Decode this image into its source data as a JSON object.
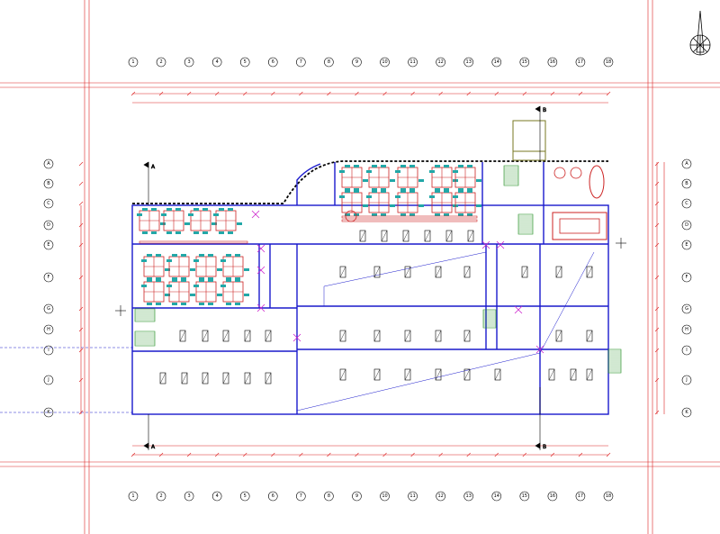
{
  "grid": {
    "columns": [
      "1",
      "2",
      "3",
      "4",
      "5",
      "6",
      "7",
      "8",
      "9",
      "10",
      "11",
      "12",
      "13",
      "14",
      "15",
      "16",
      "17",
      "18"
    ],
    "rows_left": [
      "A",
      "B",
      "C",
      "D",
      "E",
      "F",
      "G",
      "H",
      "I",
      "J",
      "K"
    ],
    "rows_right": [
      "A",
      "B",
      "C",
      "D",
      "E",
      "F",
      "G",
      "H",
      "I",
      "J",
      "K"
    ]
  },
  "section_marks": [
    "A",
    "A",
    "B",
    "B"
  ],
  "north_arrow": "north-arrow-icon",
  "colors": {
    "walls": "#1a1acc",
    "grid_lines": "#dd2222",
    "furniture": "#cc2222",
    "seating": "#22a8a8",
    "outline": "#000000"
  }
}
